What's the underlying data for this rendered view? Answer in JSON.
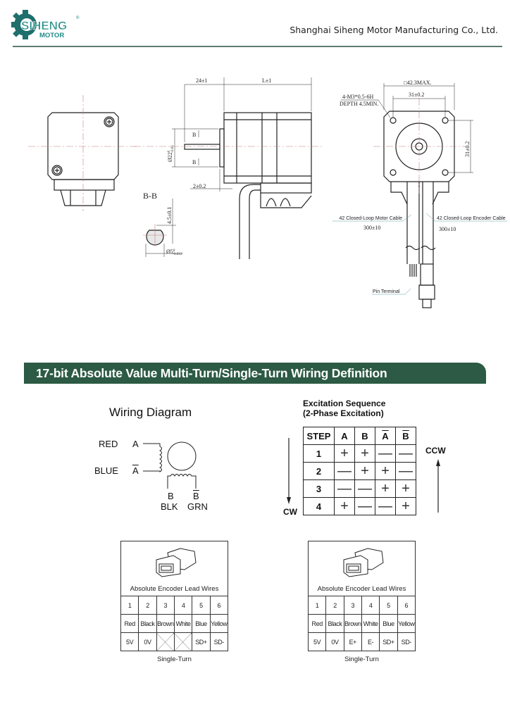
{
  "header": {
    "logo_name": "SIHENG",
    "logo_sub": "MOTOR",
    "company": "Shanghai Siheng Motor Manufacturing Co., Ltd."
  },
  "drawing": {
    "side": {
      "dim_shaft_len": "24±1",
      "dim_body_len": "L±1",
      "dim_pilot_dia": "Ø22",
      "dim_pilot_tol_upper": "0",
      "dim_pilot_tol_lower": "-0.05",
      "section_mark": "B",
      "dim_pilot_height": "2±0.2",
      "section_title": "B-B",
      "dim_flat": "4.5±0.1",
      "dim_shaft_dia": "Ø5",
      "dim_shaft_tol_upper": "0",
      "dim_shaft_tol_lower": "-0.012"
    },
    "front": {
      "dim_square": "□42.3MAX.",
      "hole_spec_1": "4-M3*0.5-6H",
      "hole_spec_2": "DEPTH 4.5MIN.",
      "dim_hole_h": "31±0.2",
      "dim_hole_v": "31±0.2",
      "motor_cable": "42 Closed-Loop Motor Cable",
      "motor_cable_len": "300±10",
      "encoder_cable": "42 Closed-Loop Encoder Cable",
      "encoder_cable_len": "300±10",
      "pin_terminal": "Pin Terminal"
    }
  },
  "banner": {
    "title": "17-bit Absolute Value Multi-Turn/Single-Turn Wiring Definition"
  },
  "wiring": {
    "title": "Wiring Diagram",
    "red": "RED",
    "a": "A",
    "blue": "BLUE",
    "a_bar": "A",
    "b": "B",
    "b_bar": "B",
    "blk": "BLK",
    "grn": "GRN"
  },
  "excitation": {
    "title_1": "Excitation Sequence",
    "title_2": "(2-Phase Excitation)",
    "headers": [
      "STEP",
      "A",
      "B",
      "A",
      "B"
    ],
    "rows": [
      [
        "1",
        "+",
        "+",
        "—",
        "—"
      ],
      [
        "2",
        "—",
        "+",
        "+",
        "—"
      ],
      [
        "3",
        "—",
        "—",
        "+",
        "+"
      ],
      [
        "4",
        "+",
        "—",
        "—",
        "+"
      ]
    ],
    "cw": "CW",
    "ccw": "CCW"
  },
  "encoder_tables": [
    {
      "label": "Absolute Encoder Lead Wires",
      "pins": [
        "1",
        "2",
        "3",
        "4",
        "5",
        "6"
      ],
      "colors": [
        "Red",
        "Black",
        "Brown",
        "White",
        "Blue",
        "Yellow"
      ],
      "signals": [
        "5V",
        "0V",
        "",
        "",
        "SD+",
        "SD-"
      ],
      "caption": "Single-Turn"
    },
    {
      "label": "Absolute Encoder Lead Wires",
      "pins": [
        "1",
        "2",
        "3",
        "4",
        "5",
        "6"
      ],
      "colors": [
        "Red",
        "Black",
        "Brown",
        "White",
        "Blue",
        "Yellow"
      ],
      "signals": [
        "5V",
        "0V",
        "E+",
        "E-",
        "SD+",
        "SD-"
      ],
      "caption": "Single-Turn"
    }
  ],
  "colors": {
    "brand": "#1f8a86",
    "banner": "#2c5a44",
    "rule": "#5d7c73"
  }
}
